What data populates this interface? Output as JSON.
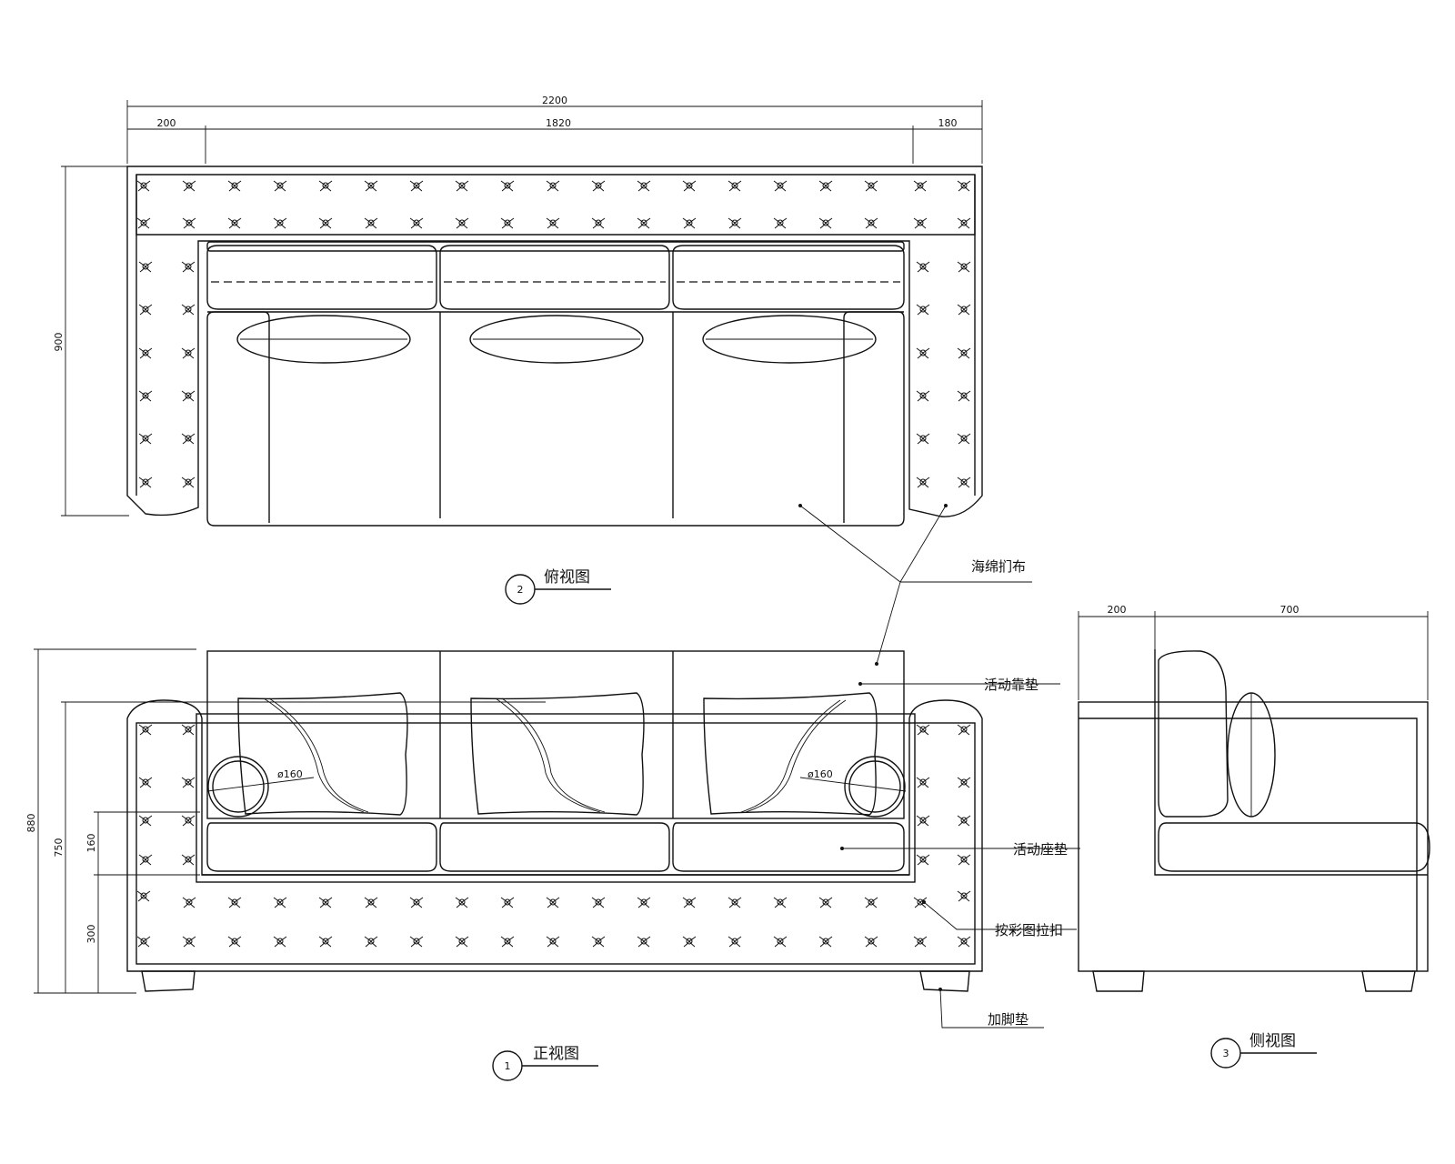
{
  "top_view": {
    "dims": {
      "total": "2200",
      "left": "200",
      "middle": "1820",
      "right": "180",
      "depth": "900"
    },
    "title": "俯视图",
    "number": "2"
  },
  "front_view": {
    "dims": {
      "height_total": "880",
      "height_arm": "750",
      "cushion": "160",
      "base": "300",
      "bolster_left": "ø160",
      "bolster_right": "ø160"
    },
    "title": "正视图",
    "number": "1"
  },
  "side_view": {
    "dims": {
      "arm": "200",
      "depth": "700"
    },
    "title": "侧视图",
    "number": "3"
  },
  "labels": {
    "sponge_fabric": "海绵扪布",
    "back_cushion": "活动靠垫",
    "seat_cushion": "活动座垫",
    "button": "按彩图拉扣",
    "feet": "加脚垫"
  }
}
